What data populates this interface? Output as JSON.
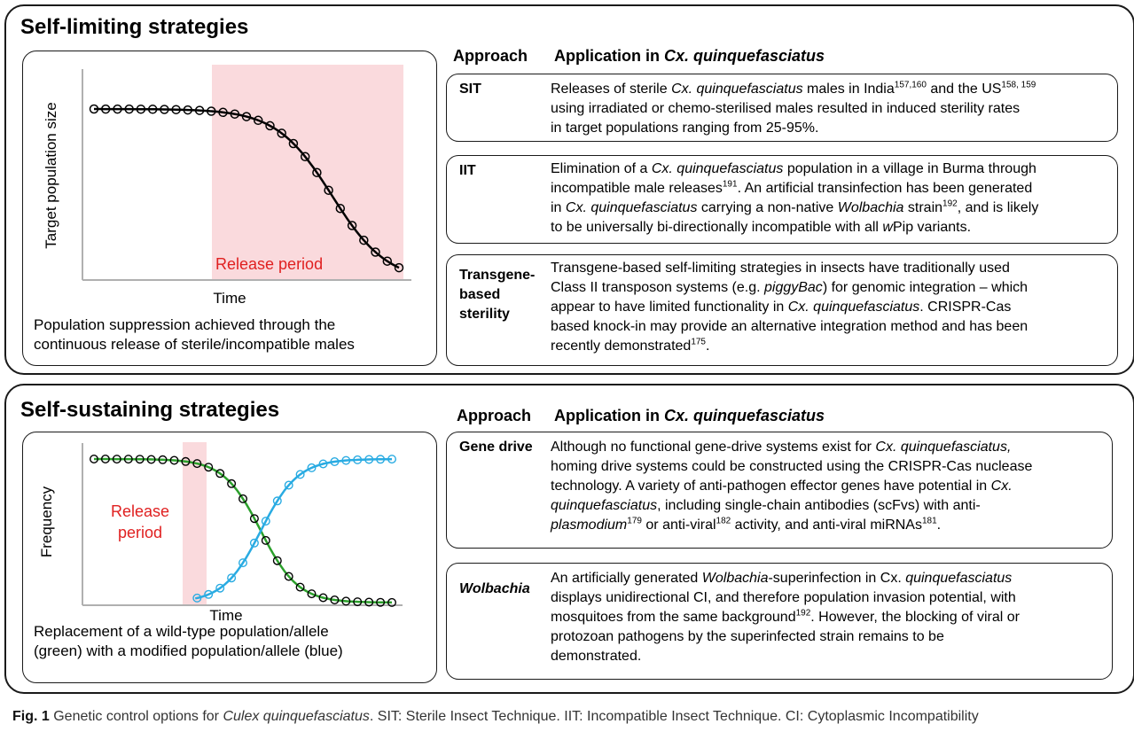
{
  "self_limiting": {
    "title": "Self-limiting strategies",
    "graph": {
      "y_label": "Target population size",
      "x_label": "Time",
      "release_label": "Release period",
      "caption": [
        "Population suppression achieved through the",
        "continuous release of sterile/incompatible males"
      ],
      "colors": {
        "shade": "#fadadd",
        "release_text": "#e02020",
        "curve": "#000000"
      }
    },
    "col_approach": "Approach",
    "col_application_prefix": "Application in ",
    "col_application_species": "Cx. quinquefasciatus",
    "rows": [
      {
        "label": [
          "SIT"
        ],
        "lines": [
          [
            {
              "t": "Releases of sterile "
            },
            {
              "t": "Cx. quinquefasciatus",
              "i": true
            },
            {
              "t": " males in India"
            },
            {
              "t": "157,160",
              "s": true
            },
            {
              "t": " and the US"
            },
            {
              "t": "158, 159",
              "s": true
            }
          ],
          [
            {
              "t": "using irradiated or chemo-sterilised males resulted in induced sterility rates"
            }
          ],
          [
            {
              "t": "in target populations ranging from 25-95%."
            }
          ]
        ]
      },
      {
        "label": [
          "IIT"
        ],
        "lines": [
          [
            {
              "t": "Elimination of a "
            },
            {
              "t": "Cx. quinquefasciatus",
              "i": true
            },
            {
              "t": " population in a village in Burma through"
            }
          ],
          [
            {
              "t": "incompatible male releases"
            },
            {
              "t": "191",
              "s": true
            },
            {
              "t": ". An artificial transinfection has been generated"
            }
          ],
          [
            {
              "t": "in "
            },
            {
              "t": "Cx. quinquefasciatus",
              "i": true
            },
            {
              "t": " carrying a non-native "
            },
            {
              "t": "Wolbachia",
              "i": true
            },
            {
              "t": " strain"
            },
            {
              "t": "192",
              "s": true
            },
            {
              "t": ", and is likely"
            }
          ],
          [
            {
              "t": "to be universally bi-directionally incompatible with all "
            },
            {
              "t": "w",
              "i": true
            },
            {
              "t": "Pip variants."
            }
          ]
        ]
      },
      {
        "label": [
          "Transgene-",
          "based",
          "sterility"
        ],
        "lines": [
          [
            {
              "t": "Transgene-based self-limiting strategies in insects have traditionally used"
            }
          ],
          [
            {
              "t": "Class II transposon systems (e.g. "
            },
            {
              "t": "piggyBac",
              "i": true
            },
            {
              "t": ") for genomic integration – which"
            }
          ],
          [
            {
              "t": "appear to have limited functionality in "
            },
            {
              "t": "Cx. quinquefasciatus",
              "i": true
            },
            {
              "t": ". CRISPR-Cas"
            }
          ],
          [
            {
              "t": "based knock-in may provide an alternative integration method and has been"
            }
          ],
          [
            {
              "t": "recently demonstrated"
            },
            {
              "t": "175",
              "s": true
            },
            {
              "t": "."
            }
          ]
        ]
      }
    ]
  },
  "self_sustaining": {
    "title": "Self-sustaining strategies",
    "graph": {
      "y_label": "Frequency",
      "x_label": "Time",
      "release_label": [
        "Release",
        "period"
      ],
      "caption": [
        "Replacement of a wild-type population/allele",
        "(green) with a modified population/allele (blue)"
      ],
      "colors": {
        "shade": "#fadadd",
        "release_text": "#e02020",
        "wild": "#2ca02c",
        "modified": "#29abe2",
        "markers": "#000000"
      }
    },
    "col_approach": "Approach",
    "col_application_prefix": "Application in ",
    "col_application_species": "Cx. quinquefasciatus",
    "rows": [
      {
        "label": [
          "Gene drive"
        ],
        "lines": [
          [
            {
              "t": "Although no functional gene-drive systems exist for "
            },
            {
              "t": "Cx. quinquefasciatus,",
              "i": true
            }
          ],
          [
            {
              "t": "homing drive systems could be constructed using the CRISPR-Cas nuclease"
            }
          ],
          [
            {
              "t": "technology. A variety of anti-pathogen effector genes have potential in "
            },
            {
              "t": "Cx.",
              "i": true
            }
          ],
          [
            {
              "t": "quinquefasciatus",
              "i": true
            },
            {
              "t": ", including single-chain antibodies (scFvs) with anti-"
            }
          ],
          [
            {
              "t": "plasmodium",
              "i": true
            },
            {
              "t": "179",
              "s": true
            },
            {
              "t": " or anti-viral"
            },
            {
              "t": "182",
              "s": true
            },
            {
              "t": " activity, and anti-viral miRNAs"
            },
            {
              "t": "181",
              "s": true
            },
            {
              "t": "."
            }
          ]
        ]
      },
      {
        "label": [
          "Wolbachia"
        ],
        "label_italic": true,
        "lines": [
          [
            {
              "t": "An artificially generated "
            },
            {
              "t": "Wolbachia",
              "i": true
            },
            {
              "t": "-superinfection in Cx. "
            },
            {
              "t": "quinquefasciatus",
              "i": true
            }
          ],
          [
            {
              "t": "displays unidirectional CI, and therefore population invasion potential, with"
            }
          ],
          [
            {
              "t": "mosquitoes from the same background"
            },
            {
              "t": "192",
              "s": true
            },
            {
              "t": ". However, the blocking of viral or"
            }
          ],
          [
            {
              "t": "protozoan pathogens by the superinfected strain remains to be"
            }
          ],
          [
            {
              "t": "demonstrated."
            }
          ]
        ]
      }
    ]
  },
  "figure_caption": {
    "label": "Fig. 1",
    "parts": [
      {
        "t": "  Genetic control options for "
      },
      {
        "t": "Culex quinquefasciatus",
        "i": true
      },
      {
        "t": ". SIT: Sterile Insect Technique. IIT: Incompatible Insect Technique. CI: Cytoplasmic Incompatibility"
      }
    ]
  }
}
